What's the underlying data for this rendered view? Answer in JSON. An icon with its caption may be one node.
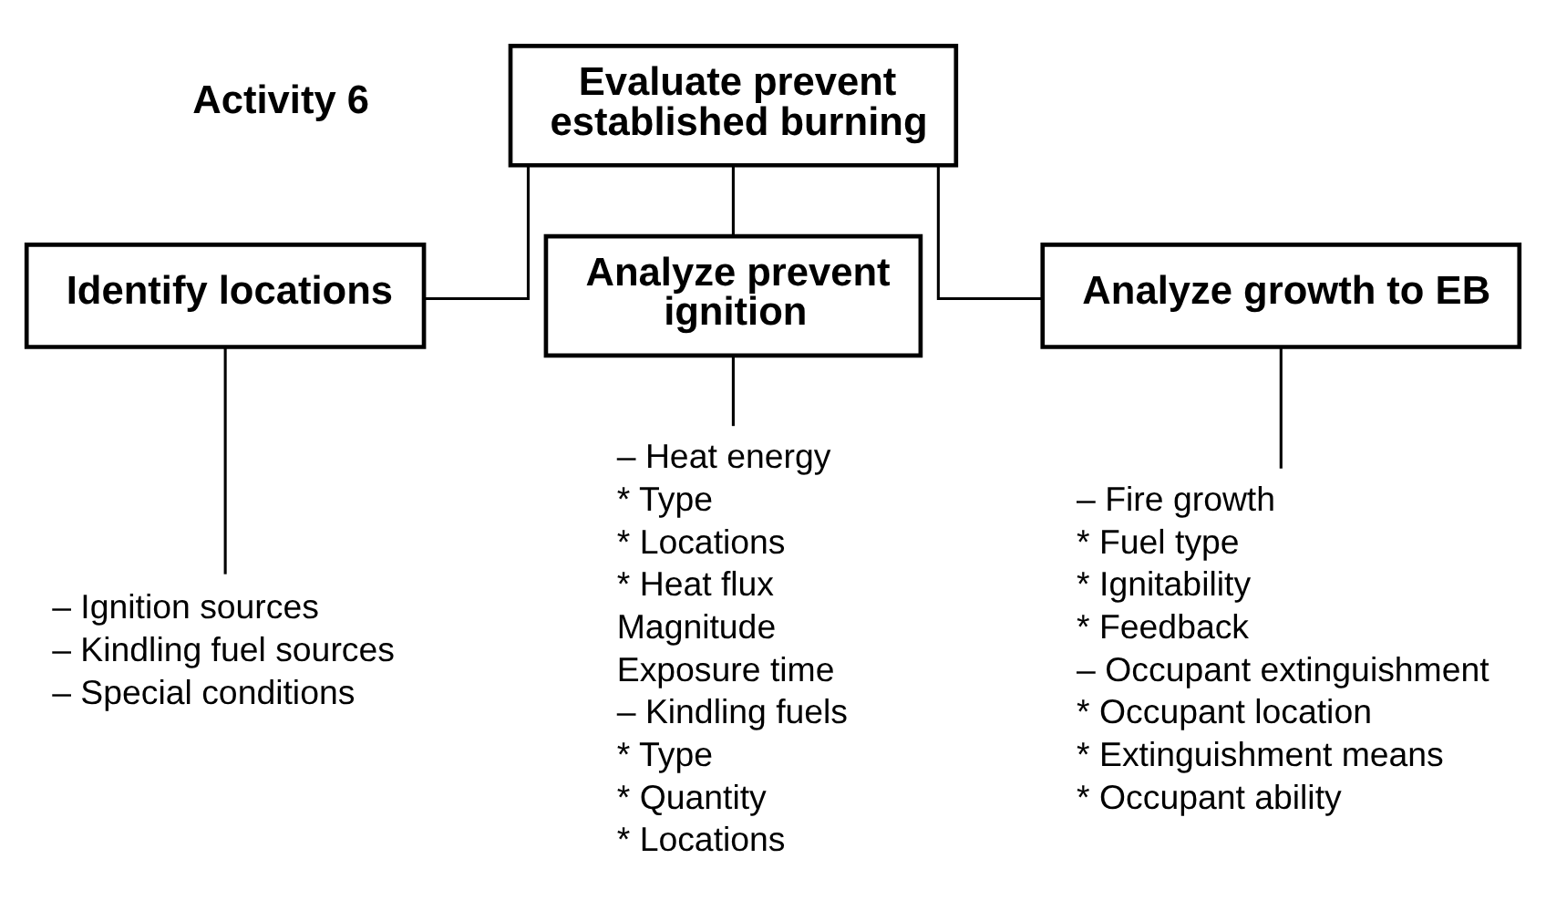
{
  "diagram": {
    "nodes": [
      {
        "text": [
          "Evaluate prevent established burning"
        ]
      },
      {
        "text": [
          "Identify locations"
        ]
      },
      {
        "text": [
          "Analyze prevent ignition"
        ]
      },
      {
        "text": [
          "Analyze growth to EB"
        ]
      },
      {
        "text": [
          "– Ignition sources",
          "– Kindling fuel sources",
          "– Special conditions"
        ]
      },
      {
        "text": [
          "– Heat energy",
          "* Type",
          "* Locations",
          "* Heat flux",
          "Magnitude",
          "Exposure time",
          "– Kindling fuels",
          "* Type",
          "* Quantity",
          "* Locations"
        ]
      },
      {
        "text": [
          "– Fire growth",
          "* Fuel type",
          "* Ignitability",
          "* Feedback",
          "– Occupant extinguishment",
          "* Occupant location",
          "* Extinguishment means",
          "* Occupant ability"
        ]
      }
    ],
    "edges": [
      {
        "from": 0,
        "to": 1,
        "arrow": "none"
      },
      {
        "from": 0,
        "to": 2,
        "arrow": "none"
      },
      {
        "from": 0,
        "to": 3,
        "arrow": "none"
      },
      {
        "from": 1,
        "to": 4,
        "arrow": "none"
      },
      {
        "from": 2,
        "to": 5,
        "arrow": "none"
      },
      {
        "from": 3,
        "to": 6,
        "arrow": "none"
      }
    ],
    "labels": [
      "Activity 6"
    ]
  }
}
